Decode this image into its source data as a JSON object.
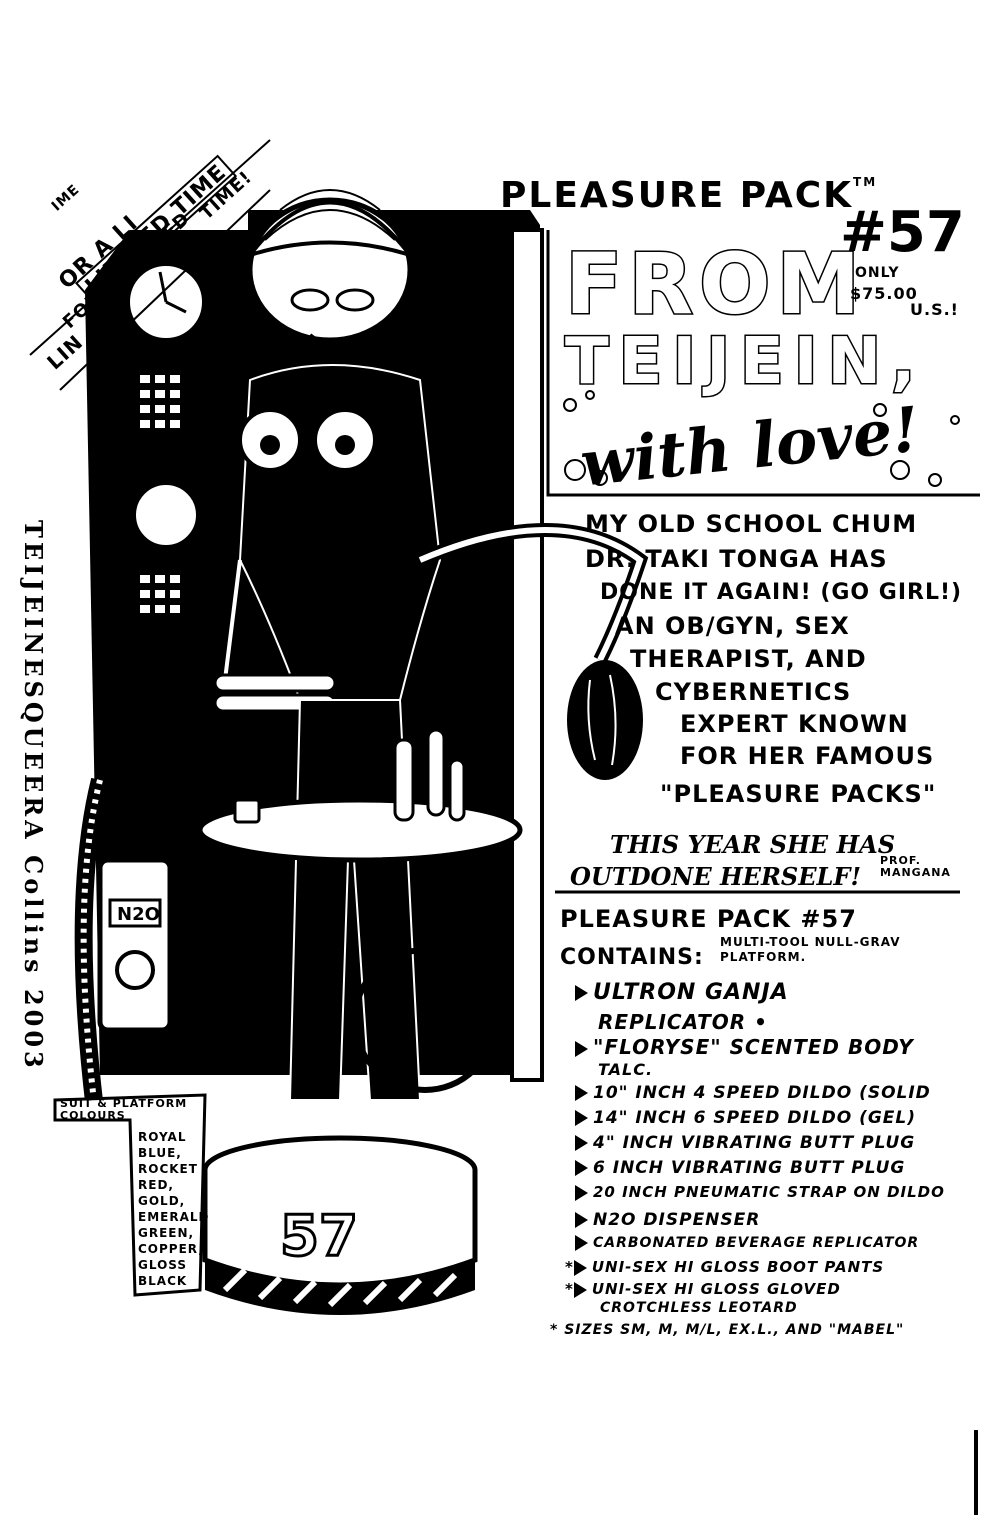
{
  "header": {
    "title": "PLEASURE PACK",
    "tm": "TM",
    "number": "#57",
    "price_only": "ONLY",
    "price": "$75.00",
    "price_currency": "U.S.!",
    "from": "FROM",
    "teijein": "TEIJEIN,",
    "with_love": "with love!"
  },
  "corner_banner": {
    "line1": "IME",
    "line2": "OR A LI",
    "line3": "LIMITED TIME",
    "line4": "FOR A LIMITED",
    "line5": "TIME!",
    "line6": "LIN"
  },
  "signature": {
    "artist": "TEIJEINESQUEERA Collins 2003"
  },
  "story": [
    "MY OLD SCHOOL CHUM",
    "DR. TAKI TONGA HAS",
    "DONE IT AGAIN! (GO GIRL!)",
    "AN OB/GYN, SEX",
    "THERAPIST, AND",
    "CYBERNETICS",
    "EXPERT KNOWN",
    "FOR HER FAMOUS",
    "\"PLEASURE PACKS\"",
    "THIS YEAR SHE HAS",
    "OUTDONE HERSELF!"
  ],
  "credit": "PROF. MANGANA",
  "pack": {
    "title": "PLEASURE PACK #57",
    "contains": "CONTAINS:",
    "first_item": "MULTI-TOOL NULL-GRAV PLATFORM.",
    "items": [
      "ULTRON GANJA",
      "REPLICATOR •",
      "\"FLORYSE\" SCENTED BODY",
      "TALC.",
      "10\" INCH 4 SPEED DILDO (SOLID",
      "14\" INCH 6 SPEED DILDO (GEL)",
      "4\" INCH VIBRATING BUTT PLUG",
      "6 INCH VIBRATING BUTT PLUG",
      "20 INCH PNEUMATIC STRAP ON DILDO",
      "N2O DISPENSER",
      "CARBONATED BEVERAGE REPLICATOR",
      "UNI-SEX HI GLOSS BOOT PANTS",
      "UNI-SEX HI GLOSS GLOVED",
      "CROTCHLESS LEOTARD"
    ],
    "sizes": "* SIZES SM, M, M/L, EX.L., AND \"MABEL\""
  },
  "colours_box": {
    "header": "SUIT & PLATFORM COLOURS",
    "list": [
      "ROYAL",
      "BLUE,",
      "ROCKET",
      "RED,",
      "GOLD,",
      "EMERALD",
      "GREEN,",
      "COPPER,",
      "GLOSS",
      "BLACK"
    ]
  },
  "machine": {
    "tank_label": "N2O",
    "base_number": "57"
  }
}
